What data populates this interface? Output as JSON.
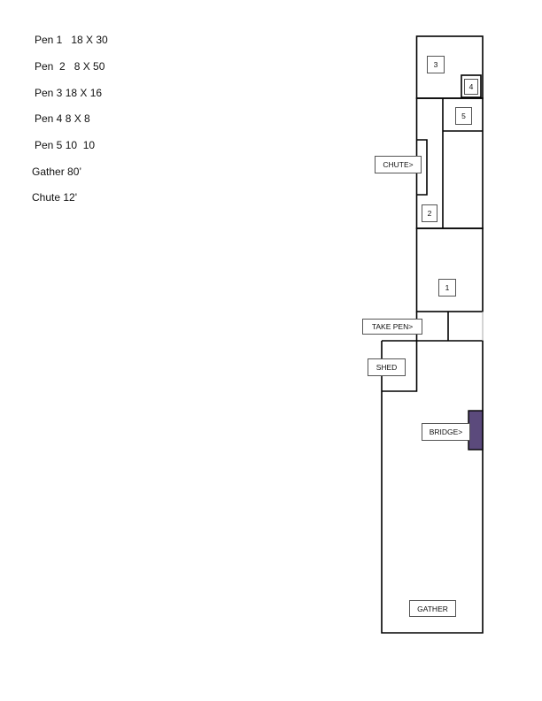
{
  "legend": [
    "Pen 1   18 X 30",
    "Pen  2   8 X 50",
    "Pen 3 18 X 16",
    "Pen 4 8 X 8",
    "Pen 5 10  10",
    "Gather 80’",
    "Chute 12'"
  ],
  "labels": {
    "pen3": "3",
    "pen4": "4",
    "pen5": "5",
    "chute": "CHUTE>",
    "pen2": "2",
    "pen1": "1",
    "take_pen": "TAKE PEN>",
    "shed": "SHED",
    "bridge": "BRIDGE>",
    "gather": "GATHER"
  },
  "colors": {
    "walls": "#000000",
    "bridge_fill": "#5b4a7c"
  }
}
